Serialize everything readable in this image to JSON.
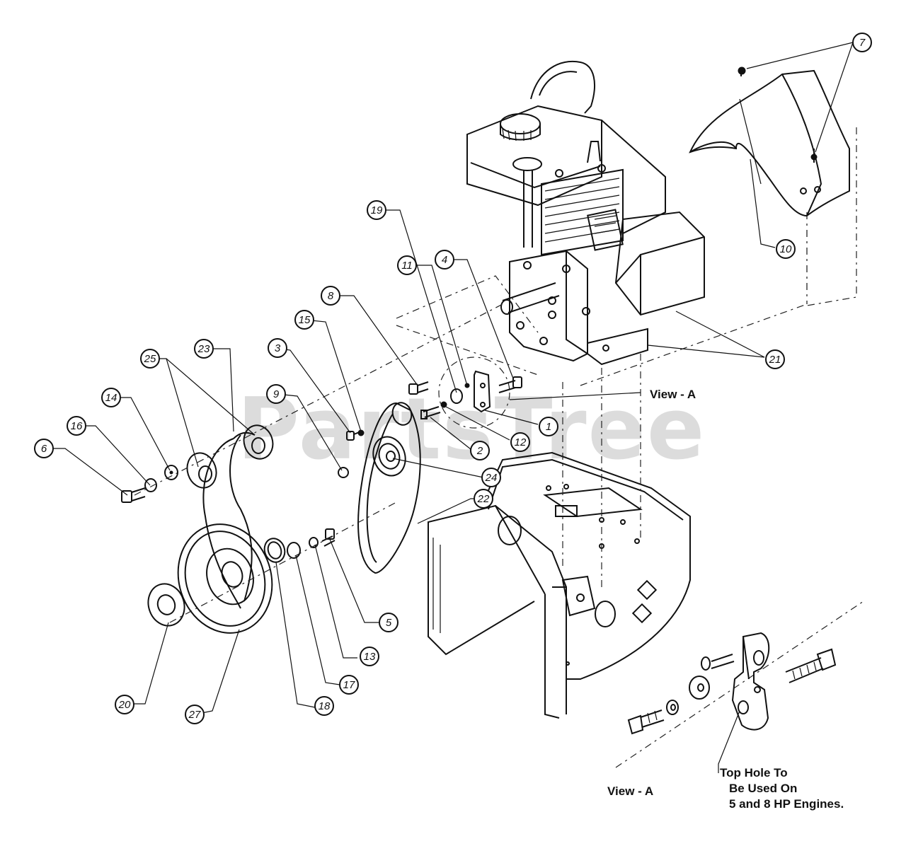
{
  "watermark": "PartsTree",
  "callouts": [
    {
      "id": "c1",
      "label": "1"
    },
    {
      "id": "c2",
      "label": "2"
    },
    {
      "id": "c3",
      "label": "3"
    },
    {
      "id": "c4",
      "label": "4"
    },
    {
      "id": "c5",
      "label": "5"
    },
    {
      "id": "c6",
      "label": "6"
    },
    {
      "id": "c7",
      "label": "7"
    },
    {
      "id": "c8",
      "label": "8"
    },
    {
      "id": "c9",
      "label": "9"
    },
    {
      "id": "c10",
      "label": "10"
    },
    {
      "id": "c11",
      "label": "11"
    },
    {
      "id": "c12",
      "label": "12"
    },
    {
      "id": "c13",
      "label": "13"
    },
    {
      "id": "c14",
      "label": "14"
    },
    {
      "id": "c15",
      "label": "15"
    },
    {
      "id": "c16",
      "label": "16"
    },
    {
      "id": "c17",
      "label": "17"
    },
    {
      "id": "c18",
      "label": "18"
    },
    {
      "id": "c19",
      "label": "19"
    },
    {
      "id": "c20",
      "label": "20"
    },
    {
      "id": "c21",
      "label": "21"
    },
    {
      "id": "c22",
      "label": "22"
    },
    {
      "id": "c23",
      "label": "23"
    },
    {
      "id": "c24",
      "label": "24"
    },
    {
      "id": "c25",
      "label": "25"
    },
    {
      "id": "c27",
      "label": "27"
    }
  ],
  "view_label_top": "View - A",
  "view_label_bottom": "View - A",
  "note_lines": [
    "Top Hole To",
    "Be Used On",
    "5 and 8 HP Engines."
  ]
}
